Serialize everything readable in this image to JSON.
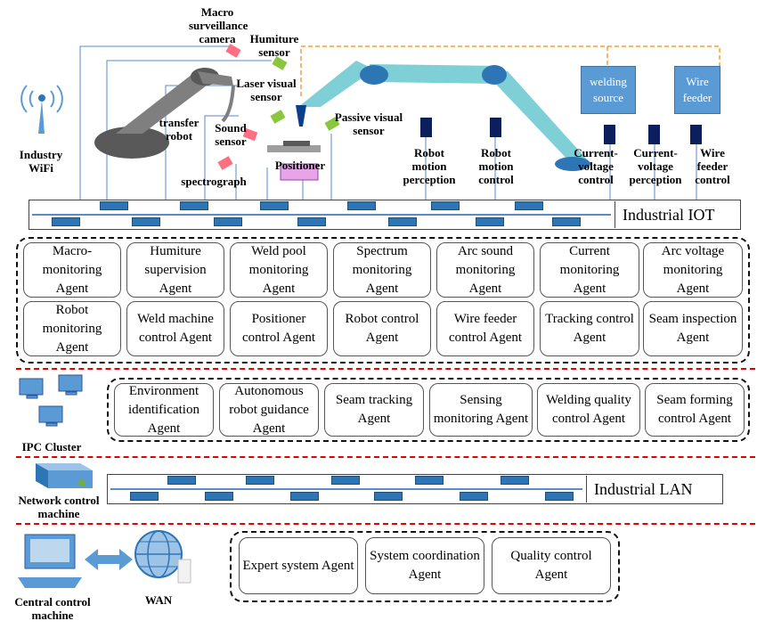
{
  "top_labels": {
    "macro_camera": "Macro surveillance camera",
    "humiture_sensor": "Humiture sensor",
    "laser_visual_sensor": "Laser visual sensor",
    "transfer_robot": "transfer robot",
    "sound_sensor": "Sound sensor",
    "passive_visual_sensor": "Passive visual sensor",
    "positioner": "Positioner",
    "spectrograph": "spectrograph",
    "industry_wifi": "Industry WiFi",
    "robot_motion_perception": "Robot motion perception",
    "robot_motion_control": "Robot motion control",
    "welding_source": "welding source",
    "wire_feeder": "Wire feeder",
    "current_voltage_control": "Current-voltage control",
    "current_voltage_perception": "Current-voltage perception",
    "wire_feeder_control": "Wire feeder control"
  },
  "iot_label": "Industrial IOT",
  "lan_label": "Industrial LAN",
  "agent_rows": {
    "row1": [
      "Macro-monitoring Agent",
      "Humiture supervision Agent",
      "Weld pool monitoring Agent",
      "Spectrum monitoring Agent",
      "Arc sound monitoring Agent",
      "Current monitoring Agent",
      "Arc voltage monitoring Agent"
    ],
    "row2": [
      "Robot monitoring Agent",
      "Weld machine control Agent",
      "Positioner control Agent",
      "Robot control Agent",
      "Wire feeder control Agent",
      "Tracking control Agent",
      "Seam inspection Agent"
    ],
    "row3": [
      "Environment identification Agent",
      "Autonomous robot guidance Agent",
      "Seam tracking Agent",
      "Sensing monitoring Agent",
      "Welding quality control Agent",
      "Seam forming control Agent"
    ],
    "row4": [
      "Expert system Agent",
      "System coordination Agent",
      "Quality control Agent"
    ]
  },
  "side_labels": {
    "ipc_cluster": "IPC Cluster",
    "network_control_machine": "Network control machine",
    "central_control_machine": "Central control machine",
    "wan": "WAN"
  },
  "colors": {
    "bus_blue": "#2e75b6",
    "light_blue": "#5b9bd5",
    "red_divider": "#e60000",
    "robot_arm_teal": "#7fd0d6",
    "sensor_red": "#ff6f7f",
    "sensor_green": "#8cc63f",
    "dark_navy": "#0b1f5c",
    "positioner_pink": "#e7a4e6"
  }
}
